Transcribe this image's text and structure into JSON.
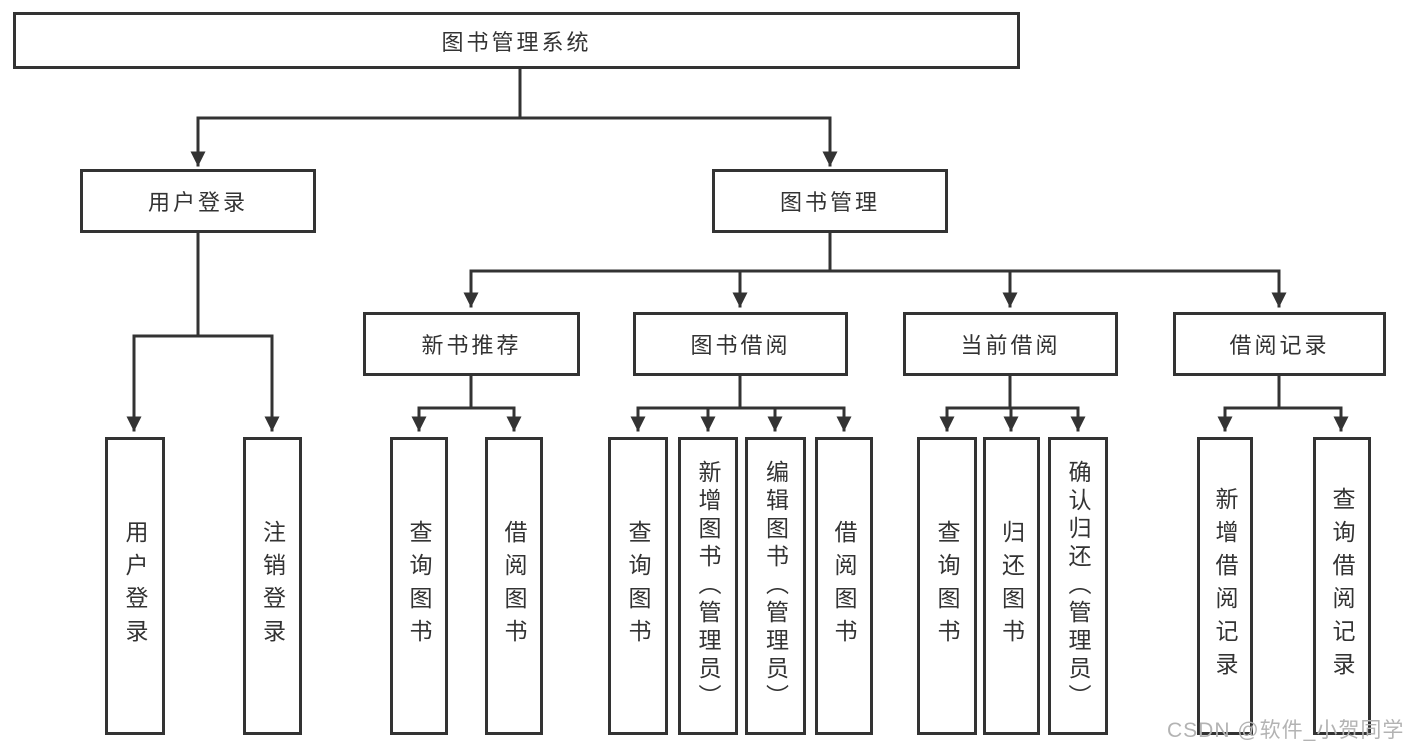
{
  "meta": {
    "background_color": "#ffffff",
    "line_color": "#333333",
    "text_color": "#333333",
    "watermark_color": "#b3b3b3"
  },
  "tree": {
    "root": {
      "label": "图书管理系统",
      "children": [
        {
          "label": "用户登录",
          "children": [
            {
              "label": "用户登录"
            },
            {
              "label": "注销登录"
            }
          ]
        },
        {
          "label": "图书管理",
          "children": [
            {
              "label": "新书推荐",
              "children": [
                {
                  "label": "查询图书"
                },
                {
                  "label": "借阅图书"
                }
              ]
            },
            {
              "label": "图书借阅",
              "children": [
                {
                  "label": "查询图书"
                },
                {
                  "label": "新增图书（管理员）"
                },
                {
                  "label": "编辑图书（管理员）"
                },
                {
                  "label": "借阅图书"
                }
              ]
            },
            {
              "label": "当前借阅",
              "children": [
                {
                  "label": "查询图书"
                },
                {
                  "label": "归还图书"
                },
                {
                  "label": "确认归还（管理员）"
                }
              ]
            },
            {
              "label": "借阅记录",
              "children": [
                {
                  "label": "新增借阅记录"
                },
                {
                  "label": "查询借阅记录"
                }
              ]
            }
          ]
        }
      ]
    }
  },
  "watermark": {
    "text": "CSDN @软件_小贺同学"
  }
}
